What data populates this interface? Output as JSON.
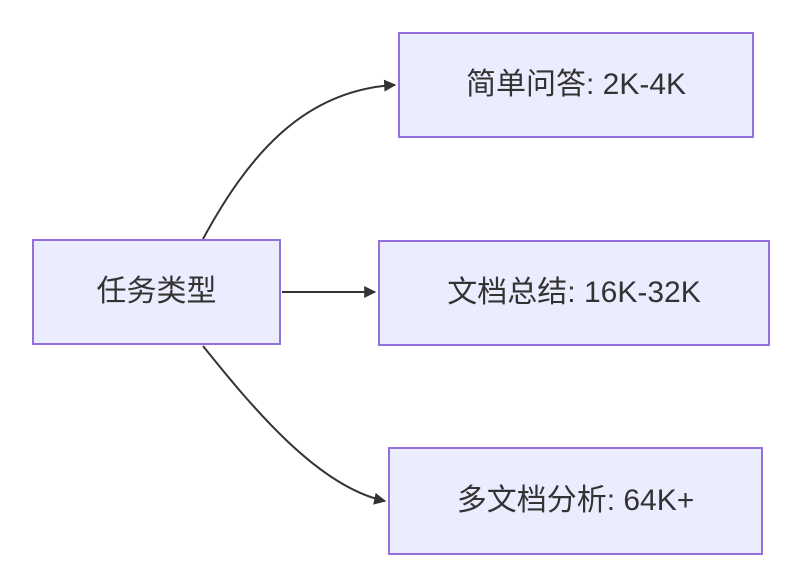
{
  "diagram": {
    "type": "flowchart-LR",
    "background": "#FFFFFF",
    "colors": {
      "node_fill": "#ECECFF",
      "node_border": "#9370DB",
      "edge_color": "#333333",
      "text_color": "#333333"
    },
    "nodes": [
      {
        "id": "task-type",
        "label": "任务类型"
      },
      {
        "id": "simple-qa",
        "label": "简单问答: 2K-4K"
      },
      {
        "id": "doc-summary",
        "label": "文档总结: 16K-32K"
      },
      {
        "id": "multi-doc",
        "label": "多文档分析: 64K+"
      }
    ],
    "edges": [
      {
        "from": "任务类型",
        "to": "简单问答: 2K-4K"
      },
      {
        "from": "任务类型",
        "to": "文档总结: 16K-32K"
      },
      {
        "from": "任务类型",
        "to": "多文档分析: 64K+"
      }
    ]
  }
}
